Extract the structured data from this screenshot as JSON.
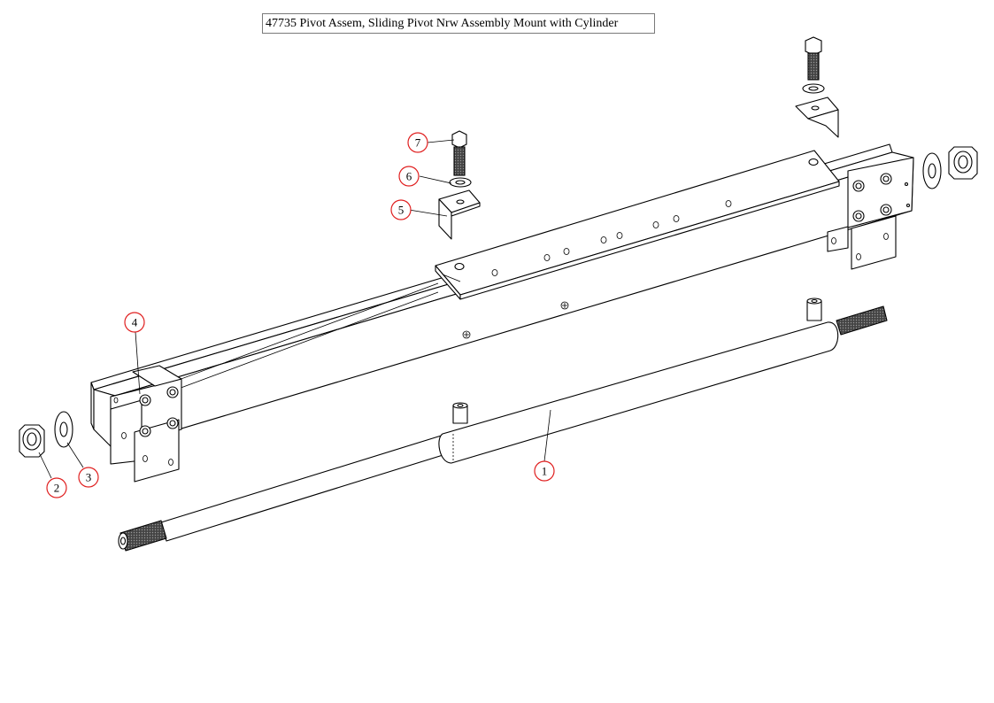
{
  "title": "47735  Pivot Assem, Sliding Pivot Nrw Assembly Mount with Cylinder",
  "callouts": [
    {
      "label": "1",
      "name": "cylinder-rod"
    },
    {
      "label": "2",
      "name": "hex-nut"
    },
    {
      "label": "3",
      "name": "flat-washer"
    },
    {
      "label": "4",
      "name": "mounting-bolt-set"
    },
    {
      "label": "5",
      "name": "angle-bracket"
    },
    {
      "label": "6",
      "name": "lock-washer"
    },
    {
      "label": "7",
      "name": "hex-bolt"
    }
  ],
  "colors": {
    "callout": "#e02020",
    "line": "#000000",
    "thread": "#333333"
  }
}
